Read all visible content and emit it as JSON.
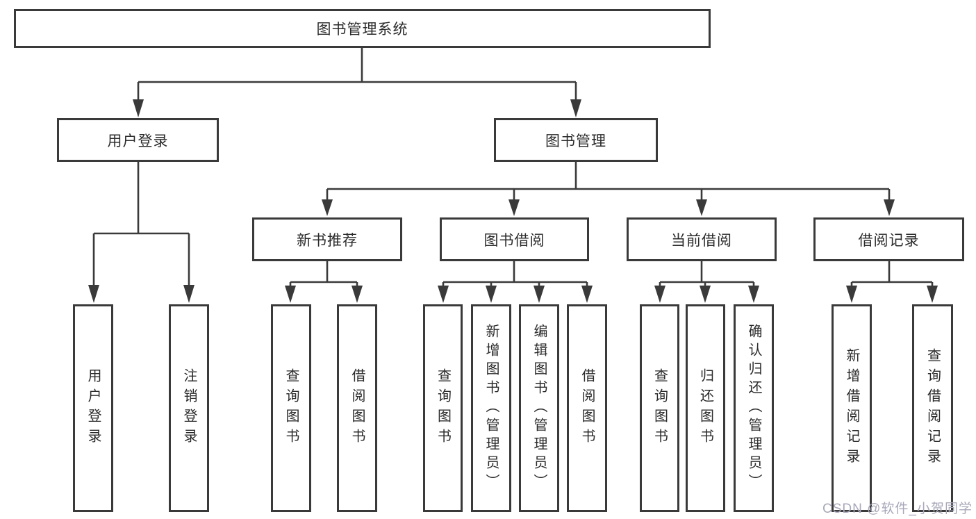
{
  "colors": {
    "line": "#3a3a3a",
    "text": "#2b2b2b",
    "background": "#ffffff",
    "watermark": "#a8a8ba"
  },
  "nodes": {
    "root": {
      "label": "图书管理系统"
    },
    "user_login": {
      "label": "用户登录"
    },
    "book_management": {
      "label": "图书管理"
    },
    "new_book_recommendation": {
      "label": "新书推荐"
    },
    "book_borrowing": {
      "label": "图书借阅"
    },
    "current_borrowing": {
      "label": "当前借阅"
    },
    "borrowing_records": {
      "label": "借阅记录"
    },
    "leaves": [
      {
        "label": "用户登录"
      },
      {
        "label": "注销登录"
      },
      {
        "label": "查询图书"
      },
      {
        "label": "借阅图书"
      },
      {
        "label": "查询图书"
      },
      {
        "label": "新增图书（管理员）"
      },
      {
        "label": "编辑图书（管理员）"
      },
      {
        "label": "借阅图书"
      },
      {
        "label": "查询图书"
      },
      {
        "label": "归还图书"
      },
      {
        "label": "确认归还（管理员）"
      },
      {
        "label": "新增借阅记录"
      },
      {
        "label": "查询借阅记录"
      }
    ]
  },
  "watermark": {
    "text": "CSDN @软件_小贺同学"
  }
}
